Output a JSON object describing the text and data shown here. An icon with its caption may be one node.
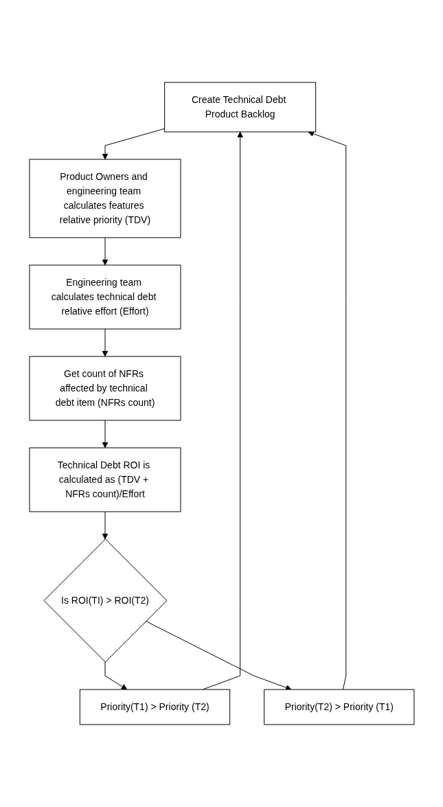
{
  "diagram": {
    "nodes": [
      {
        "text": [
          "Create Technical Debt Product Backlog"
        ]
      },
      {
        "text": [
          "Product Owners and engineering team calculates features relative priority (TDV)"
        ]
      },
      {
        "text": [
          "Engineering team calculates technical debt relative effort (Effort)"
        ]
      },
      {
        "text": [
          "Get count of NFRs affected by technical debt item (NFRs count)"
        ]
      },
      {
        "text": [
          "Technical Debt ROI is calculated as (TDV + NFRs count)/Effort"
        ]
      },
      {
        "text": [
          "Is ROI(TI) > ROI(T2)"
        ]
      },
      {
        "text": [
          "Priority(T1) > Priority (T2)"
        ]
      },
      {
        "text": [
          "Priority(T2) > Priority (T1)"
        ]
      }
    ],
    "edges": [
      {
        "from": 0,
        "to": 1,
        "arrow": "to"
      },
      {
        "from": 1,
        "to": 2,
        "arrow": "to"
      },
      {
        "from": 2,
        "to": 3,
        "arrow": "to"
      },
      {
        "from": 3,
        "to": 4,
        "arrow": "to"
      },
      {
        "from": 4,
        "to": 5,
        "arrow": "to"
      },
      {
        "from": 5,
        "to": 6,
        "arrow": "to"
      },
      {
        "from": 5,
        "to": 7,
        "arrow": "to"
      },
      {
        "from": 6,
        "to": 0,
        "arrow": "to"
      },
      {
        "from": 7,
        "to": 0,
        "arrow": "to"
      }
    ]
  }
}
